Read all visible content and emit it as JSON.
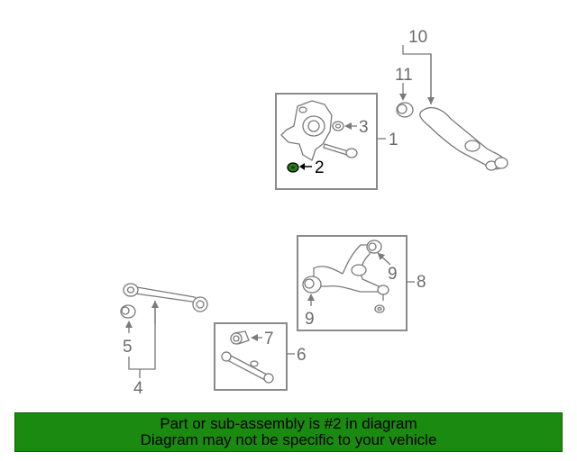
{
  "callouts": {
    "c1": "1",
    "c2": "2",
    "c3": "3",
    "c4": "4",
    "c5": "5",
    "c6": "6",
    "c7": "7",
    "c8": "8",
    "c9a": "9",
    "c9b": "9",
    "c10": "10",
    "c11": "11"
  },
  "highlight": {
    "part": "2",
    "color": "#2a7a1a"
  },
  "banner": {
    "line1": "Part or sub-assembly is #2 in diagram",
    "line2": "Diagram may not be specific to your vehicle",
    "color": "#1b8a10"
  }
}
